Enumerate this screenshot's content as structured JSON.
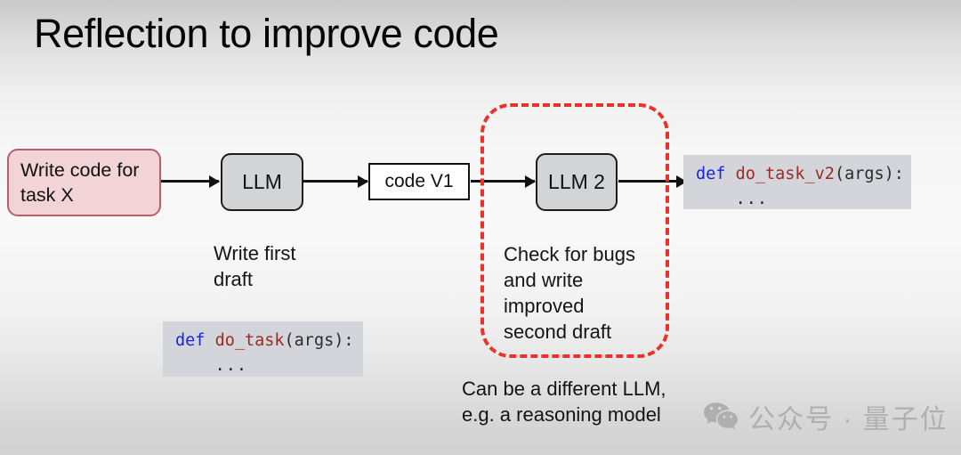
{
  "slide": {
    "title": "Reflection to improve code",
    "background_top_color": "#c9c9c9",
    "background_mid_color": "#f8f8f8",
    "background_bottom_color": "#d2d2d2"
  },
  "nodes": {
    "prompt": {
      "label": "Write code for\ntask X",
      "fill": "#f2d3d6",
      "border": "#b5606b"
    },
    "llm1": {
      "label": "LLM",
      "fill": "#d2d4d6",
      "border": "#1d1d1d"
    },
    "code_v1_box": {
      "label": "code V1",
      "fill": "#ffffff",
      "border": "#111111"
    },
    "llm2": {
      "label": "LLM 2",
      "fill": "#d2d4d6",
      "border": "#1d1d1d"
    }
  },
  "reflection_region": {
    "border_color": "#e8322a",
    "style": "dashed"
  },
  "code_blocks": {
    "first_draft": {
      "keyword": "def",
      "function_name": "do_task",
      "signature": "(args):",
      "body": "...",
      "fill": "#d3d5da",
      "keyword_color": "#1b23e0",
      "function_color": "#9c2a24"
    },
    "second_draft": {
      "keyword": "def",
      "function_name": "do_task_v2",
      "signature": "(args):",
      "body": "...",
      "fill": "#d3d5da",
      "keyword_color": "#1b23e0",
      "function_color": "#9c2a24"
    }
  },
  "captions": {
    "left": "Write first\ndraft",
    "right": "Check for bugs\nand write\nimproved\nsecond draft",
    "note": "Can be a different LLM,\ne.g. a reasoning model"
  },
  "watermark": {
    "icon": "wechat-icon",
    "text": "公众号 · 量子位",
    "color": "#adadad"
  }
}
